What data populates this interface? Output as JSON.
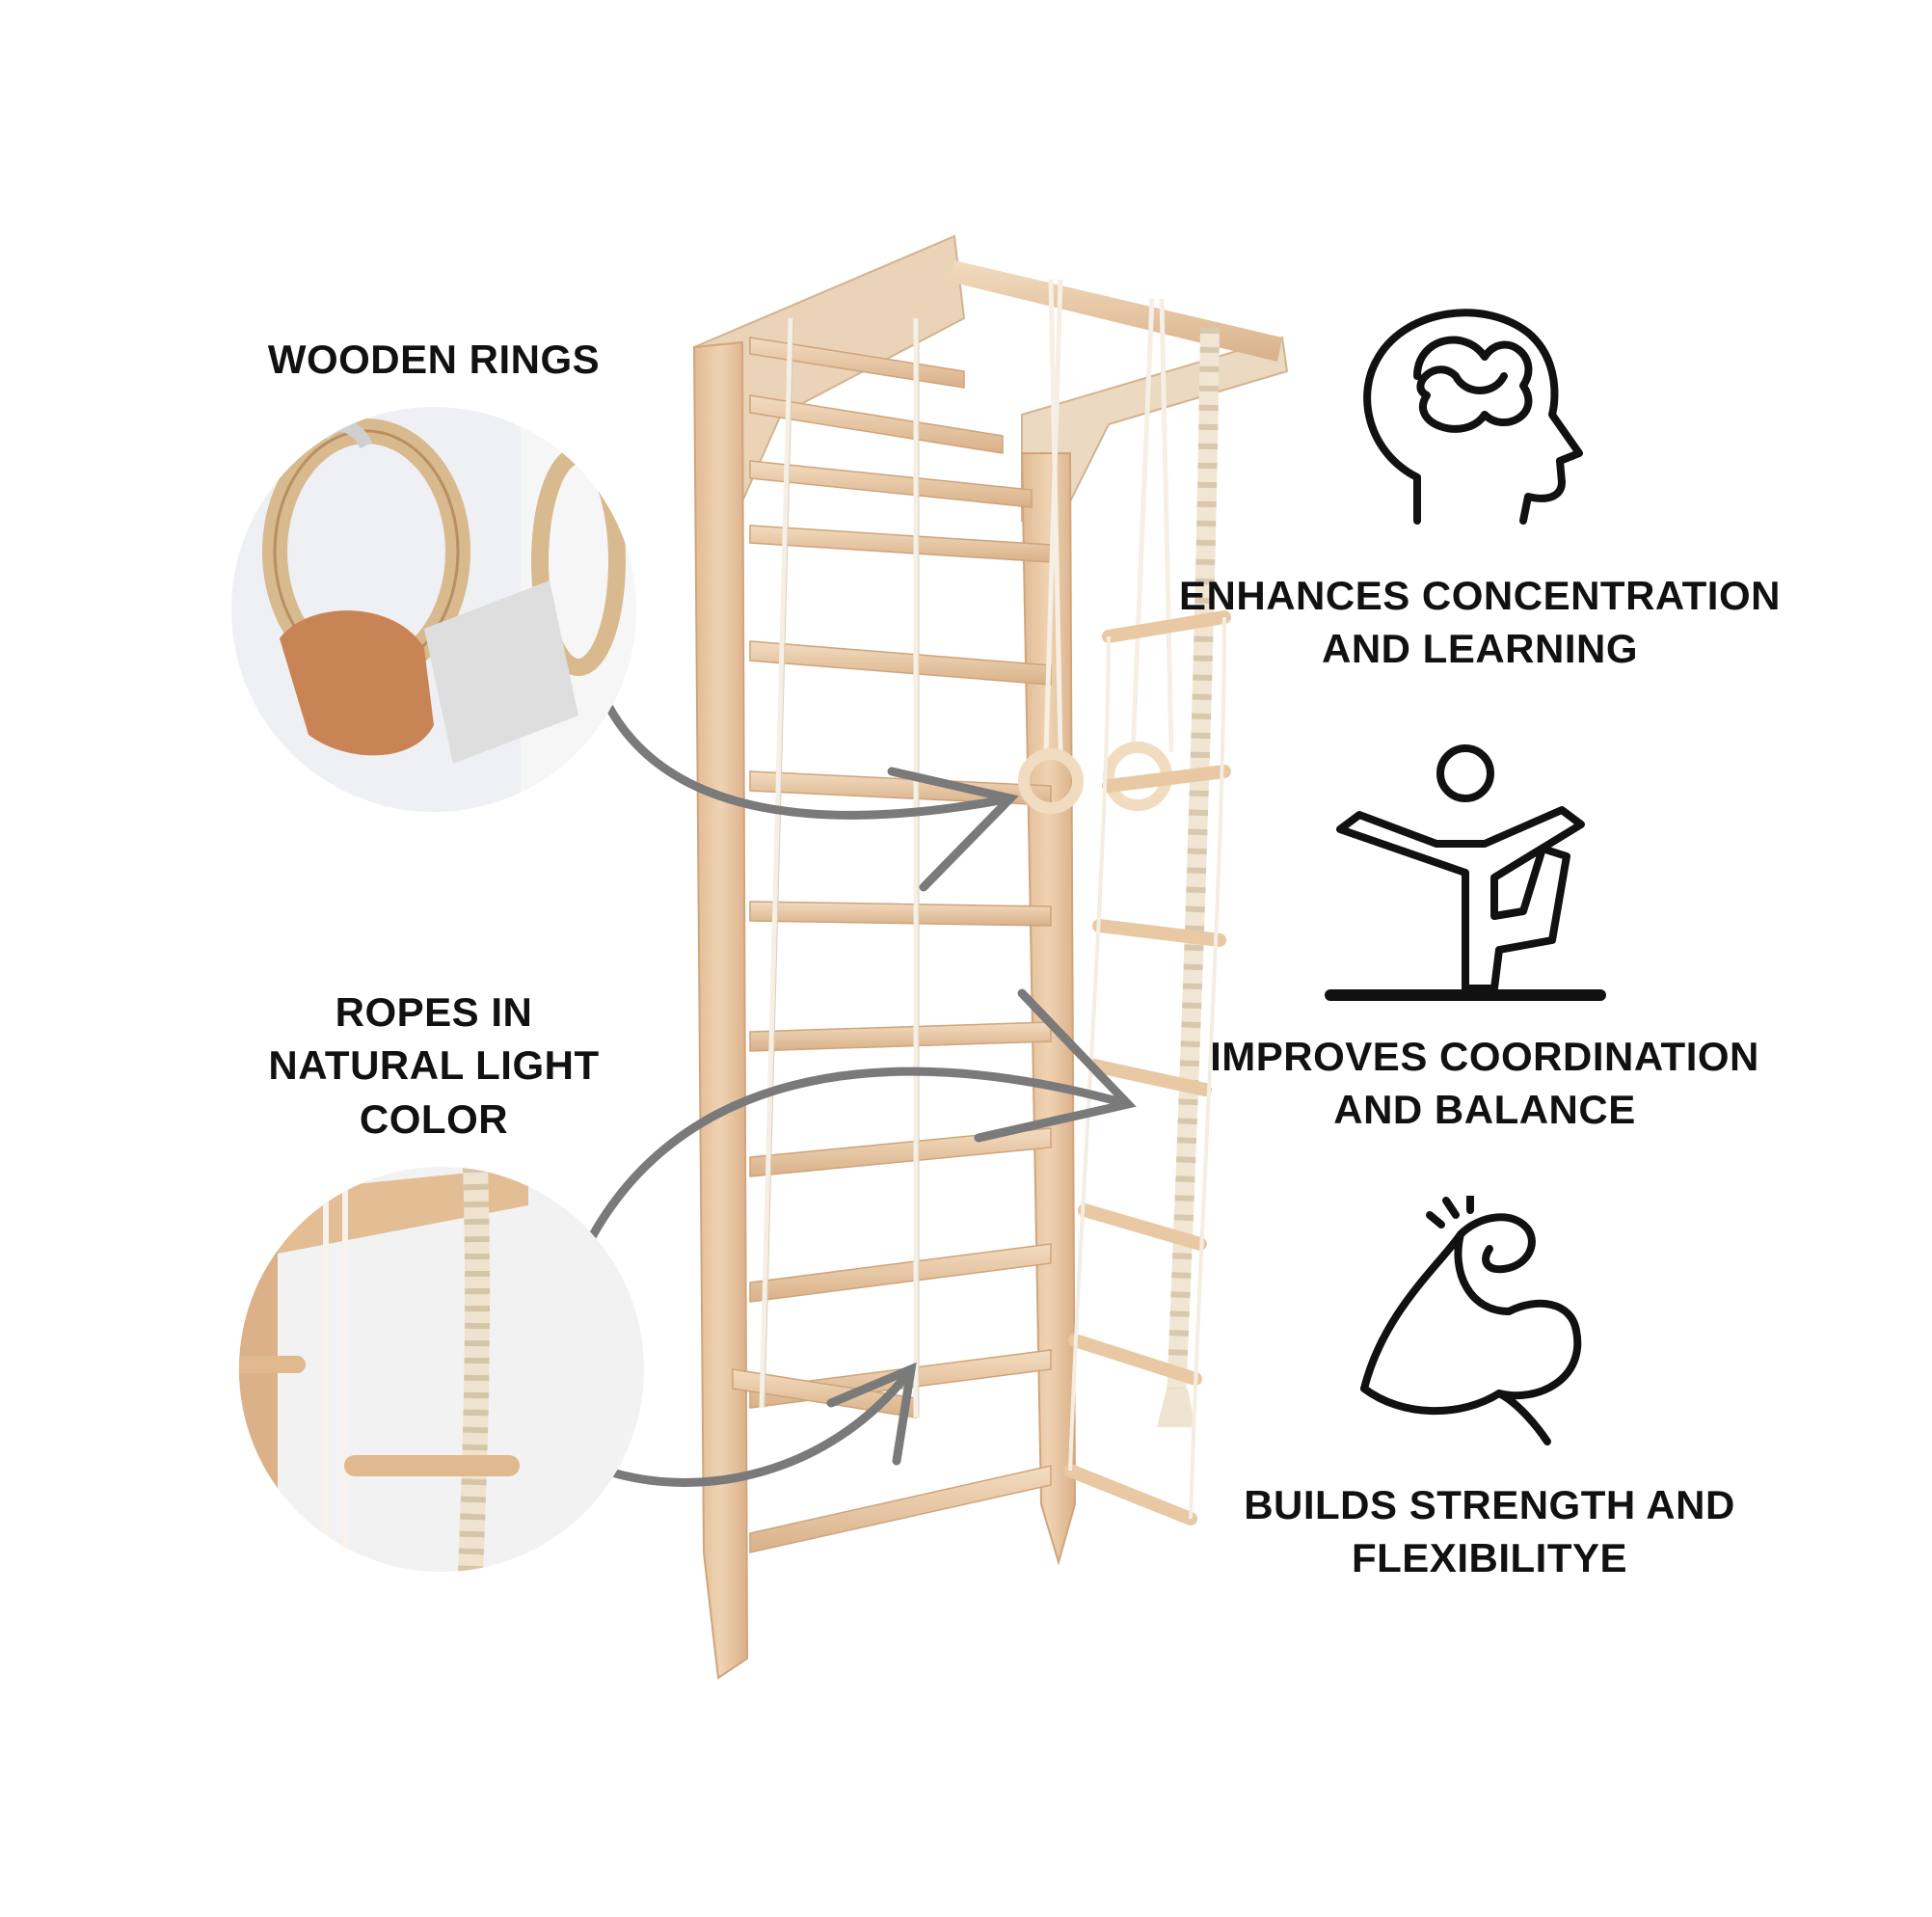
{
  "features": {
    "wooden_rings_label": "WOODEN RINGS",
    "ropes_label": "ROPES IN\nNATURAL LIGHT\nCOLOR"
  },
  "benefits": [
    {
      "label": "ENHANCES CONCENTRATION\nAND LEARNING",
      "icon": "brain-head-icon"
    },
    {
      "label": "IMPROVES COORDINATION\nAND BALANCE",
      "icon": "balancing-person-icon"
    },
    {
      "label": "BUILDS STRENGTH AND\nFLEXIBILITYE",
      "icon": "flexed-arm-icon"
    }
  ],
  "colors": {
    "text": "#111111",
    "wood": "#e8c9a6",
    "wood_dark": "#d7ae84",
    "rope": "#f3ece0",
    "arrow": "#7a7a7a",
    "icon_stroke": "#111111"
  }
}
